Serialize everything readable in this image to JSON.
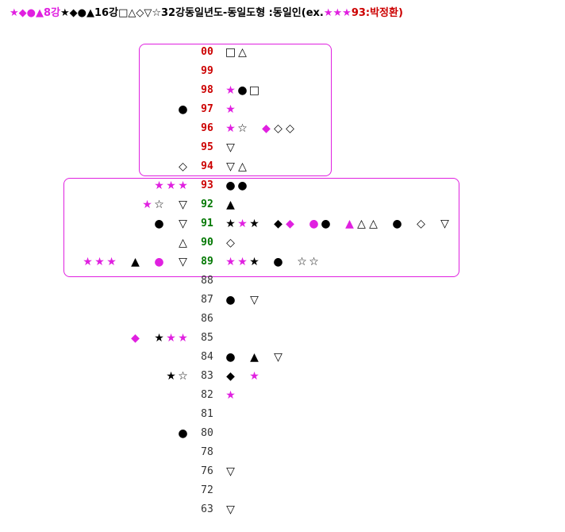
{
  "legend": [
    {
      "parts": [
        {
          "text": "★◆●▲",
          "color": "#e020e0"
        },
        {
          "text": "8강",
          "color": "#e020e0"
        }
      ]
    },
    {
      "parts": [
        {
          "text": "★◆●▲",
          "color": "#000000"
        },
        {
          "text": "16강",
          "color": "#000000"
        }
      ]
    },
    {
      "parts": [
        {
          "text": "□△◇▽☆",
          "color": "#000000"
        },
        {
          "text": "32강",
          "color": "#000000"
        }
      ]
    },
    {
      "parts": [
        {
          "text": "동일년도-동일도형 :동일인(ex.",
          "color": "#000000"
        },
        {
          "text": "★★★",
          "color": "#e020e0"
        },
        {
          "text": "93:박정환)",
          "color": "#cc0000"
        }
      ]
    }
  ],
  "years": [
    {
      "year": "00",
      "color": "red",
      "left": [],
      "right": [
        [
          "□",
          "k"
        ],
        [
          "△",
          "k"
        ]
      ]
    },
    {
      "year": "99",
      "color": "red",
      "left": [],
      "right": []
    },
    {
      "year": "98",
      "color": "red",
      "left": [],
      "right": [
        [
          "★",
          "m"
        ],
        [
          "●",
          "k"
        ],
        [
          "□",
          "k"
        ]
      ]
    },
    {
      "year": "97",
      "color": "red",
      "left": [
        [
          "●",
          "k"
        ]
      ],
      "right": [
        [
          "★",
          "m"
        ]
      ]
    },
    {
      "year": "96",
      "color": "red",
      "left": [],
      "right": [
        [
          "★",
          "m"
        ],
        [
          "☆",
          "k"
        ],
        [
          " ",
          ""
        ],
        [
          "◆",
          "m"
        ],
        [
          "◇",
          "k"
        ],
        [
          "◇",
          "k"
        ]
      ]
    },
    {
      "year": "95",
      "color": "red",
      "left": [],
      "right": [
        [
          "▽",
          "k"
        ]
      ]
    },
    {
      "year": "94",
      "color": "red",
      "left": [
        [
          "◇",
          "k"
        ]
      ],
      "right": [
        [
          "▽",
          "k"
        ],
        [
          "△",
          "k"
        ]
      ]
    },
    {
      "year": "93",
      "color": "red",
      "left": [
        [
          "★",
          "m"
        ],
        [
          "★",
          "m"
        ],
        [
          "★",
          "m"
        ]
      ],
      "right": [
        [
          "●",
          "k"
        ],
        [
          "●",
          "k"
        ]
      ]
    },
    {
      "year": "92",
      "color": "green",
      "left": [
        [
          "★",
          "m"
        ],
        [
          "☆",
          "k"
        ],
        [
          " ",
          ""
        ],
        [
          "▽",
          "k"
        ]
      ],
      "right": [
        [
          "▲",
          "k"
        ]
      ]
    },
    {
      "year": "91",
      "color": "green",
      "left": [
        [
          "●",
          "k"
        ],
        [
          " ",
          ""
        ],
        [
          "▽",
          "k"
        ]
      ],
      "right": [
        [
          "★",
          "k"
        ],
        [
          "★",
          "m"
        ],
        [
          "★",
          "k"
        ],
        [
          " ",
          ""
        ],
        [
          "◆",
          "k"
        ],
        [
          "◆",
          "m"
        ],
        [
          " ",
          ""
        ],
        [
          "●",
          "m"
        ],
        [
          "●",
          "k"
        ],
        [
          " ",
          ""
        ],
        [
          "▲",
          "m"
        ],
        [
          "△",
          "k"
        ],
        [
          "△",
          "k"
        ],
        [
          " ",
          ""
        ],
        [
          "●",
          "k"
        ],
        [
          " ",
          ""
        ],
        [
          "◇",
          "k"
        ],
        [
          " ",
          ""
        ],
        [
          "▽",
          "k"
        ]
      ]
    },
    {
      "year": "90",
      "color": "green",
      "left": [
        [
          "△",
          "k"
        ]
      ],
      "right": [
        [
          "◇",
          "k"
        ]
      ]
    },
    {
      "year": "89",
      "color": "green",
      "left": [
        [
          "★",
          "m"
        ],
        [
          "★",
          "m"
        ],
        [
          "★",
          "m"
        ],
        [
          " ",
          ""
        ],
        [
          "▲",
          "k"
        ],
        [
          " ",
          ""
        ],
        [
          "●",
          "m"
        ],
        [
          " ",
          ""
        ],
        [
          "▽",
          "k"
        ]
      ],
      "right": [
        [
          "★",
          "m"
        ],
        [
          "★",
          "m"
        ],
        [
          "★",
          "k"
        ],
        [
          " ",
          ""
        ],
        [
          "●",
          "k"
        ],
        [
          " ",
          ""
        ],
        [
          "☆",
          "k"
        ],
        [
          "☆",
          "k"
        ]
      ]
    },
    {
      "year": "88",
      "color": "black",
      "left": [],
      "right": []
    },
    {
      "year": "87",
      "color": "black",
      "left": [],
      "right": [
        [
          "●",
          "k"
        ],
        [
          " ",
          ""
        ],
        [
          "▽",
          "k"
        ]
      ]
    },
    {
      "year": "86",
      "color": "black",
      "left": [],
      "right": []
    },
    {
      "year": "85",
      "color": "black",
      "left": [
        [
          "◆",
          "m"
        ],
        [
          " ",
          ""
        ],
        [
          "★",
          "k"
        ],
        [
          "★",
          "m"
        ],
        [
          "★",
          "m"
        ]
      ],
      "right": []
    },
    {
      "year": "84",
      "color": "black",
      "left": [],
      "right": [
        [
          "●",
          "k"
        ],
        [
          " ",
          ""
        ],
        [
          "▲",
          "k"
        ],
        [
          " ",
          ""
        ],
        [
          "▽",
          "k"
        ]
      ]
    },
    {
      "year": "83",
      "color": "black",
      "left": [
        [
          "★",
          "k"
        ],
        [
          "☆",
          "k"
        ]
      ],
      "right": [
        [
          "◆",
          "k"
        ],
        [
          " ",
          ""
        ],
        [
          "★",
          "m"
        ]
      ]
    },
    {
      "year": "82",
      "color": "black",
      "left": [],
      "right": [
        [
          "★",
          "m"
        ]
      ]
    },
    {
      "year": "81",
      "color": "black",
      "left": [],
      "right": []
    },
    {
      "year": "80",
      "color": "black",
      "left": [
        [
          "●",
          "k"
        ]
      ],
      "right": []
    },
    {
      "year": "78",
      "color": "black",
      "left": [],
      "right": []
    },
    {
      "year": "76",
      "color": "black",
      "left": [],
      "right": [
        [
          "▽",
          "k"
        ]
      ]
    },
    {
      "year": "72",
      "color": "black",
      "left": [],
      "right": []
    },
    {
      "year": "63",
      "color": "black",
      "left": [],
      "right": [
        [
          "▽",
          "k"
        ]
      ]
    }
  ],
  "colors": {
    "magenta": "#e020e0",
    "black": "#000000",
    "red": "#cc0000",
    "green": "#007700"
  }
}
